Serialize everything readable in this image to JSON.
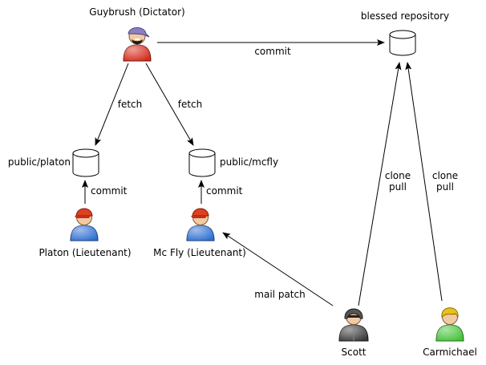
{
  "colors": {
    "edge": "#000000",
    "repo_fill": "#ffffff",
    "guybrush_body": "#d42a1a",
    "guybrush_bandana": "#8e7fc4",
    "lieutenant_body": "#2f6fd1",
    "lieutenant_cap": "#e04020",
    "scott_body": "#3a3a3a",
    "carmichael_body": "#45c238",
    "carmichael_hair": "#e8c21a",
    "skin": "#f3c9a0"
  },
  "people": {
    "guybrush": {
      "label": "Guybrush (Dictator)",
      "icon": "dictator-pirate-icon"
    },
    "platon": {
      "label": "Platon (Lieutenant)",
      "icon": "lieutenant-cap-icon"
    },
    "mcfly": {
      "label": "Mc Fly (Lieutenant)",
      "icon": "lieutenant-cap-icon"
    },
    "scott": {
      "label": "Scott",
      "icon": "hooded-developer-icon"
    },
    "carmichael": {
      "label": "Carmichael",
      "icon": "blonde-developer-icon"
    }
  },
  "repos": {
    "blessed": {
      "label": "blessed repository",
      "icon": "repository-cylinder-icon"
    },
    "platon": {
      "label": "public/platon",
      "icon": "repository-cylinder-icon"
    },
    "mcfly": {
      "label": "public/mcfly",
      "icon": "repository-cylinder-icon"
    }
  },
  "edges": {
    "guybrush_blessed": "commit",
    "guybrush_platon": "fetch",
    "guybrush_mcfly": "fetch",
    "platon_repo": "commit",
    "mcfly_repo": "commit",
    "scott_mcfly": "mail patch",
    "scott_blessed": [
      "clone",
      "pull"
    ],
    "carmichael_blessed": [
      "clone",
      "pull"
    ]
  }
}
